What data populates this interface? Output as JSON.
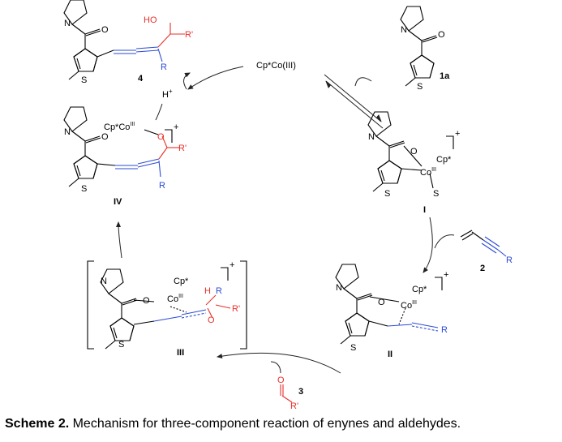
{
  "caption": {
    "label": "Scheme 2.",
    "text": " Mechanism for three-component reaction of enynes and aldehydes."
  },
  "catalyst": "Cp*Co(III)",
  "compounds": {
    "substrate": "1a",
    "enyne": "2",
    "aldehyde": "3",
    "product": "4",
    "int_I": "I",
    "int_II": "II",
    "int_III": "III",
    "int_IV": "IV"
  },
  "atoms": {
    "N": "N",
    "O": "O",
    "S": "S",
    "HO": "HO",
    "H": "H",
    "R": "R",
    "Rp": "R'",
    "Hplus": "H",
    "plus": "+",
    "CpStar": "Cp*",
    "CpStarCo": "Cp*Co",
    "Co": "Co",
    "III": "III",
    "charge": "+"
  }
}
